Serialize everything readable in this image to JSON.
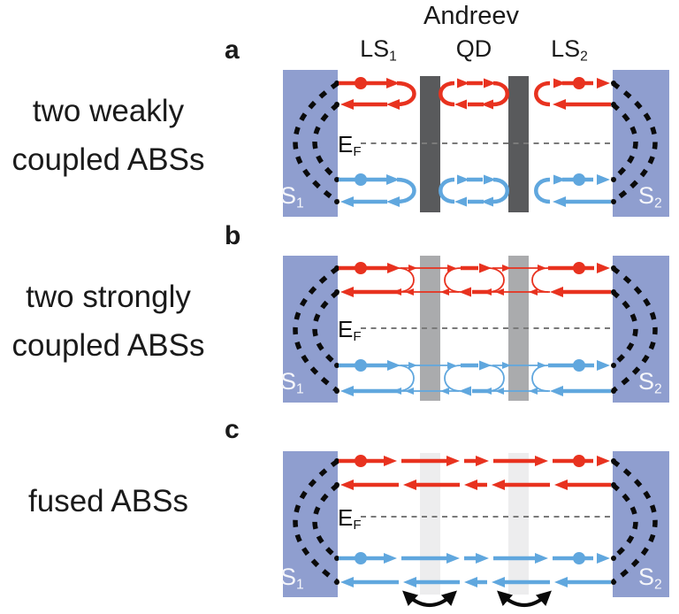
{
  "figure": {
    "header": {
      "title": "Andreev",
      "columns": [
        {
          "text": "LS",
          "sub": "1"
        },
        {
          "text": "QD",
          "sub": ""
        },
        {
          "text": "LS",
          "sub": "2"
        }
      ]
    },
    "panels": [
      {
        "letter": "a",
        "coupling": "weak",
        "caption_lines": [
          "two weakly",
          "coupled ABSs"
        ]
      },
      {
        "letter": "b",
        "coupling": "strong",
        "caption_lines": [
          "two strongly",
          "coupled ABSs"
        ]
      },
      {
        "letter": "c",
        "coupling": "fused",
        "caption_lines": [
          "fused ABSs"
        ]
      }
    ],
    "labels": {
      "s1": {
        "text": "S",
        "sub": "1"
      },
      "s2": {
        "text": "S",
        "sub": "2"
      },
      "ef": {
        "text": "E",
        "sub": "F"
      }
    },
    "colors": {
      "electron": "#e8321f",
      "hole": "#60a7de",
      "superconductor": "#8f9ecf",
      "barrier_weak": "#595a5c",
      "barrier_strong": "#aaabad",
      "barrier_fused": "#ededee",
      "arc_black": "#0a0a0a",
      "fermi_line": "#7a7a7a"
    }
  }
}
